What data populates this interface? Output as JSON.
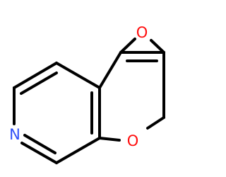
{
  "molecule": {
    "atom_labels": {
      "epoxide_oxygen": "O",
      "ring_oxygen": "O",
      "pyridine_nitrogen": "N"
    },
    "colors": {
      "bond": "#000000",
      "oxygen": "#ff0d0d",
      "nitrogen": "#3050f8",
      "background": "#ffffff"
    }
  }
}
